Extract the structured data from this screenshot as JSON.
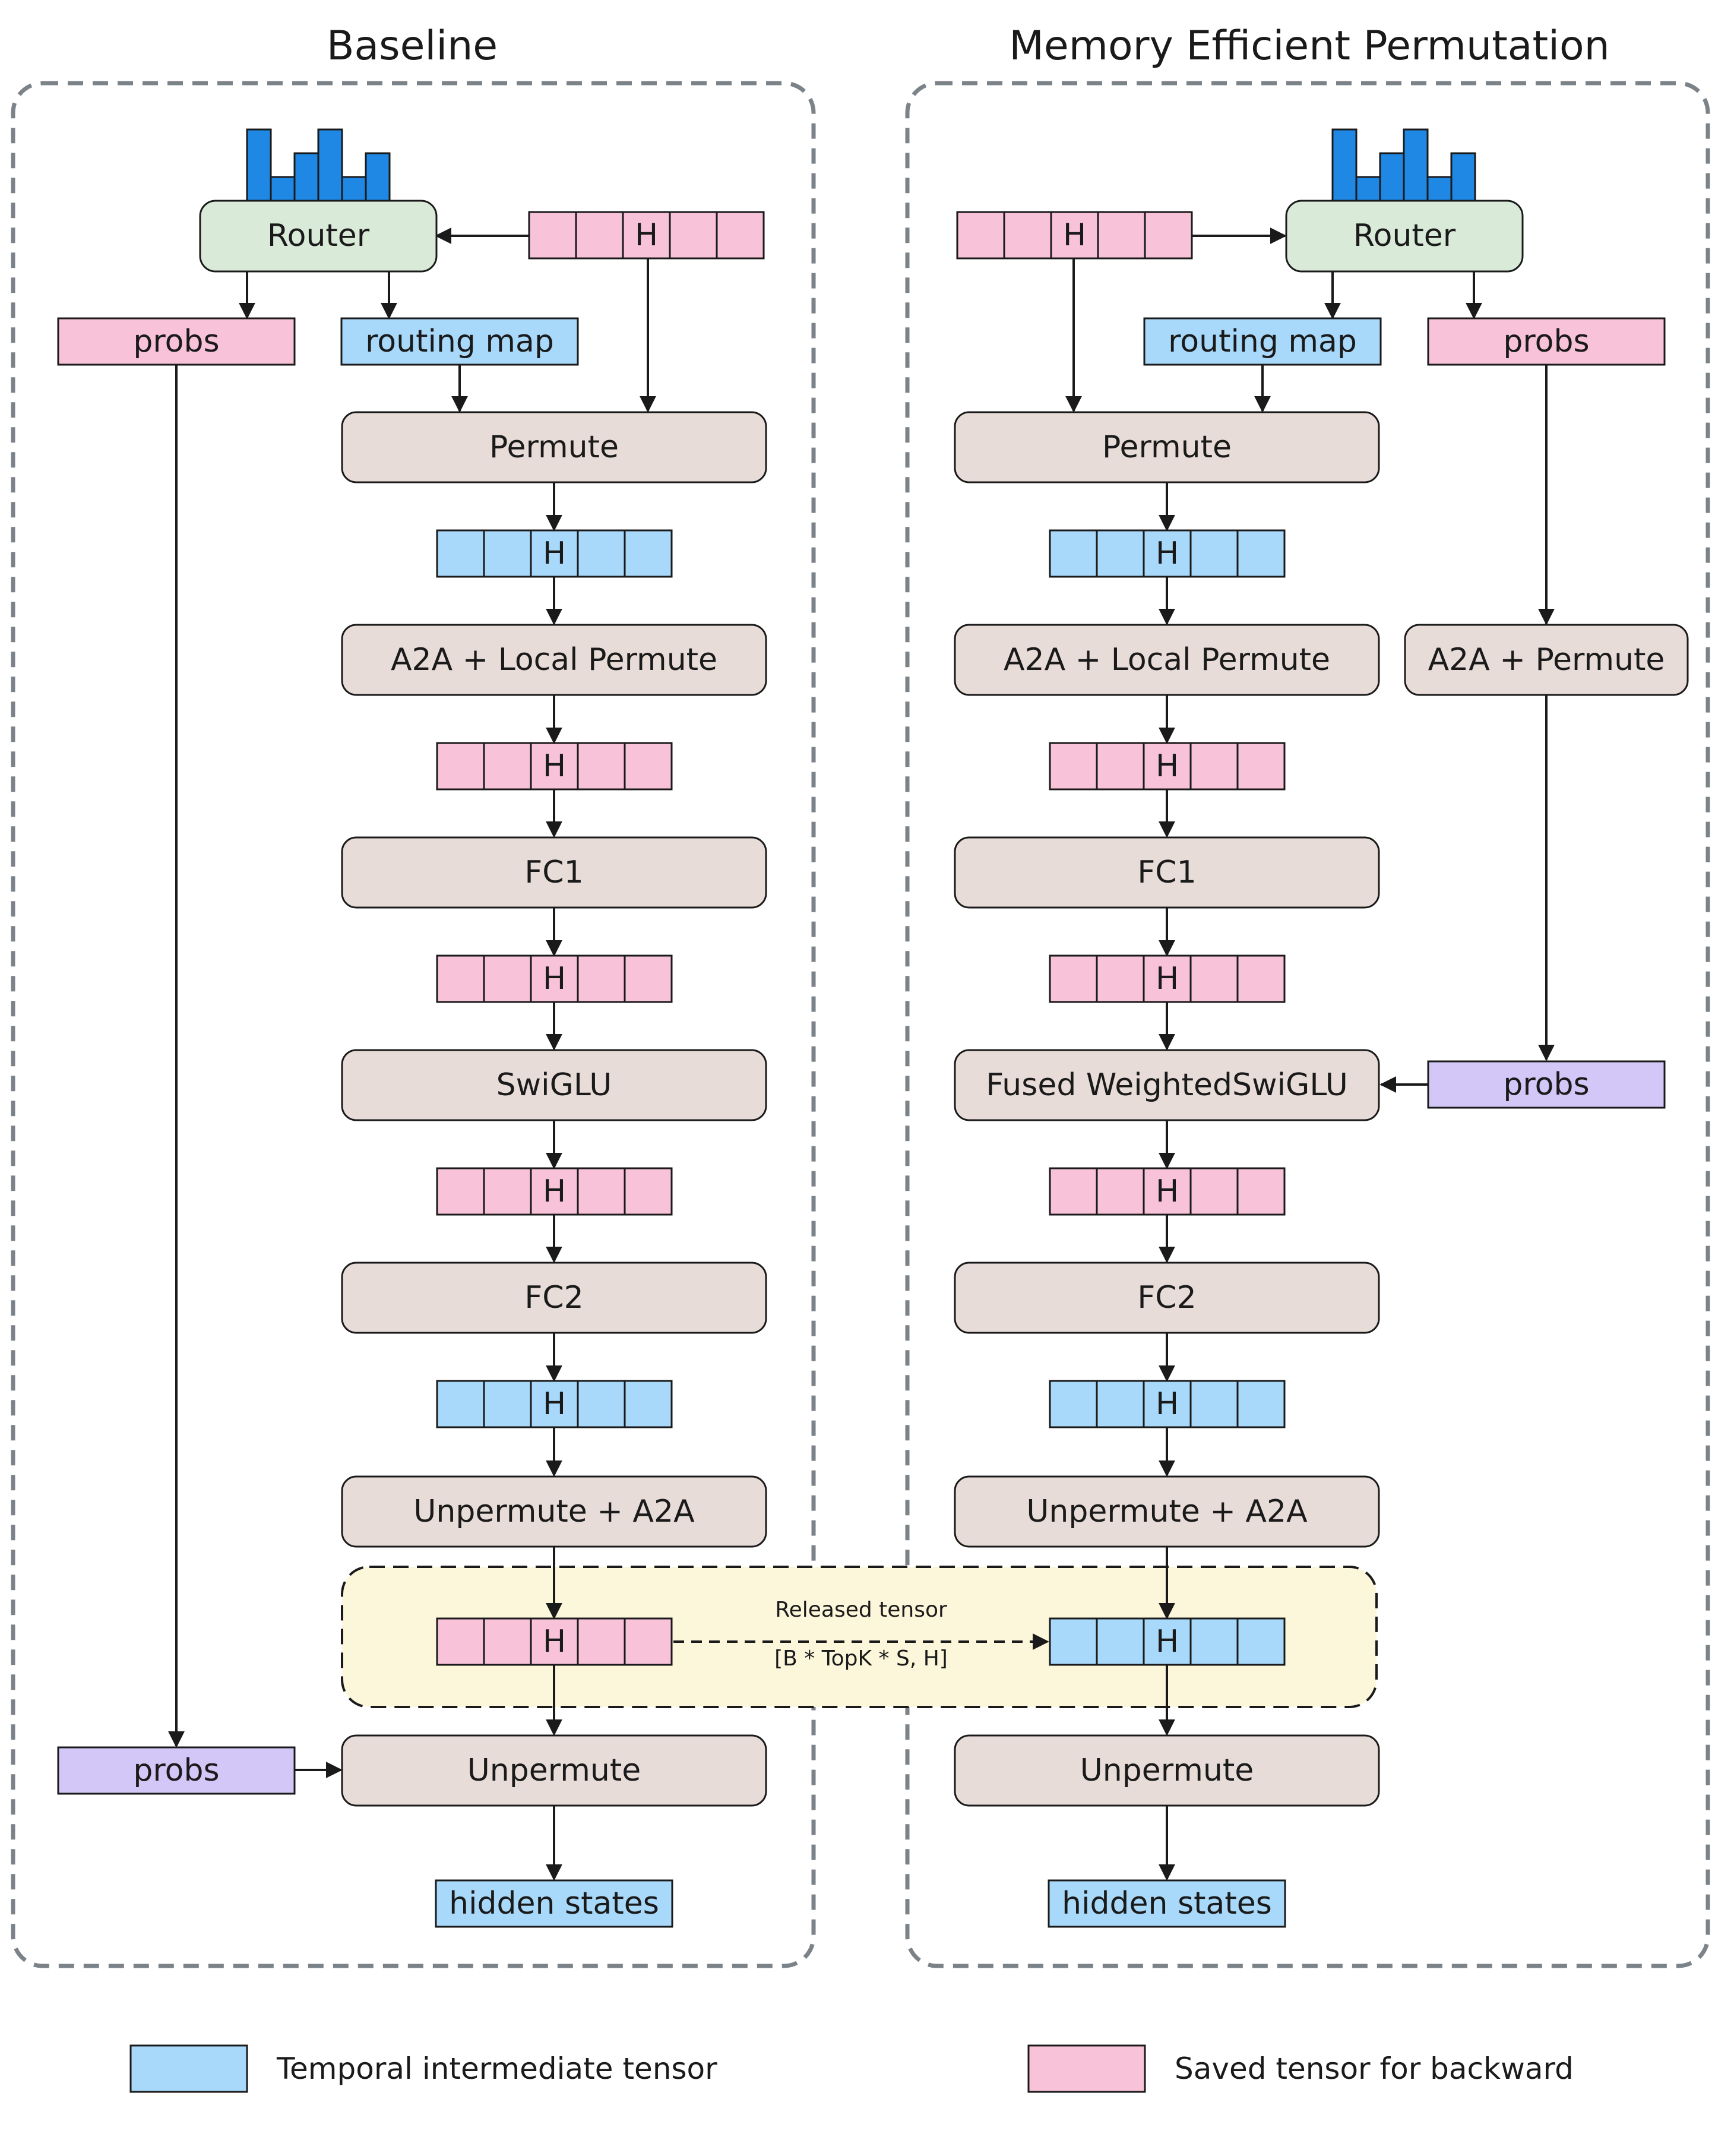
{
  "titles": {
    "baseline": "Baseline",
    "efficient": "Memory Efficient Permutation"
  },
  "colors": {
    "temporal_tensor": "#a8d8fa",
    "saved_tensor": "#f8c3d8",
    "probs_weight": "#d3c7f8",
    "operator_box": "#e8dcd8",
    "router_box": "#d9ead8",
    "released_region": "#fcf7db",
    "router_histogram": "#1f88e5"
  },
  "tensor_cell_label": "H",
  "left": {
    "router": "Router",
    "probs": "probs",
    "routing_map": "routing map",
    "ops": {
      "permute": "Permute",
      "a2a_local": "A2A + Local Permute",
      "fc1": "FC1",
      "swiglu": "SwiGLU",
      "fc2": "FC2",
      "unpermute_a2a": "Unpermute + A2A",
      "unpermute": "Unpermute"
    },
    "probs_bottom": "probs",
    "output": "hidden states"
  },
  "right": {
    "router": "Router",
    "probs": "probs",
    "routing_map": "routing map",
    "a2a_permute": "A2A + Permute",
    "ops": {
      "permute": "Permute",
      "a2a_local": "A2A + Local Permute",
      "fc1": "FC1",
      "fused": "Fused WeightedSwiGLU",
      "fc2": "FC2",
      "unpermute_a2a": "Unpermute + A2A",
      "unpermute": "Unpermute"
    },
    "probs_fused": "probs",
    "output": "hidden states"
  },
  "released": {
    "title": "Released tensor",
    "shape": "[B * TopK * S, H]"
  },
  "legend": {
    "temporal": "Temporal intermediate tensor",
    "saved": "Saved tensor for backward"
  }
}
